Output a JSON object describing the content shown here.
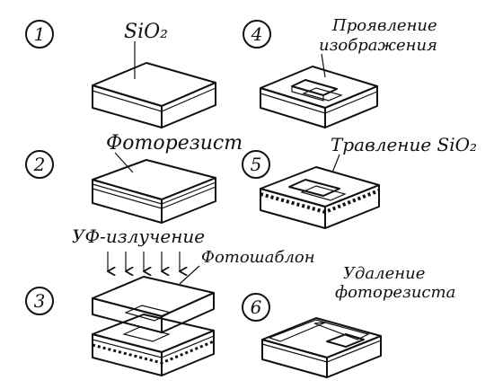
{
  "steps": [
    {
      "number": "1",
      "label": "SiO₂"
    },
    {
      "number": "2",
      "label": "Фоторезист"
    },
    {
      "number": "3",
      "label": "Фотошаблон",
      "label_top": "УФ-излучение"
    },
    {
      "number": "4",
      "label_line1": "Проявление",
      "label_line2": "изображения"
    },
    {
      "number": "5",
      "label": "Травление SiO₂"
    },
    {
      "number": "6",
      "label_line1": "Удаление",
      "label_line2": "фоторезиста"
    }
  ],
  "colors": {
    "ink": "#111111",
    "background": "#ffffff"
  }
}
